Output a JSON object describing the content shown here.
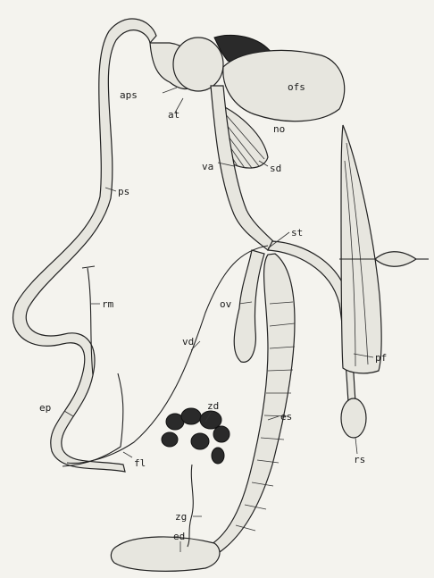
{
  "figure": {
    "labels": {
      "aps": "aps",
      "at": "at",
      "ofs": "ofs",
      "no": "no",
      "va": "va",
      "sd": "sd",
      "ps": "ps",
      "st": "st",
      "rm": "rm",
      "ov": "ov",
      "vd": "vd",
      "pf": "pf",
      "ep": "ep",
      "es": "es",
      "rs": "rs",
      "zd": "zd",
      "fl": "fl",
      "zg": "zg",
      "ed": "ed"
    },
    "colors": {
      "background": "#f4f3ee",
      "ink": "#222222",
      "tissue": "#e7e6df"
    }
  }
}
